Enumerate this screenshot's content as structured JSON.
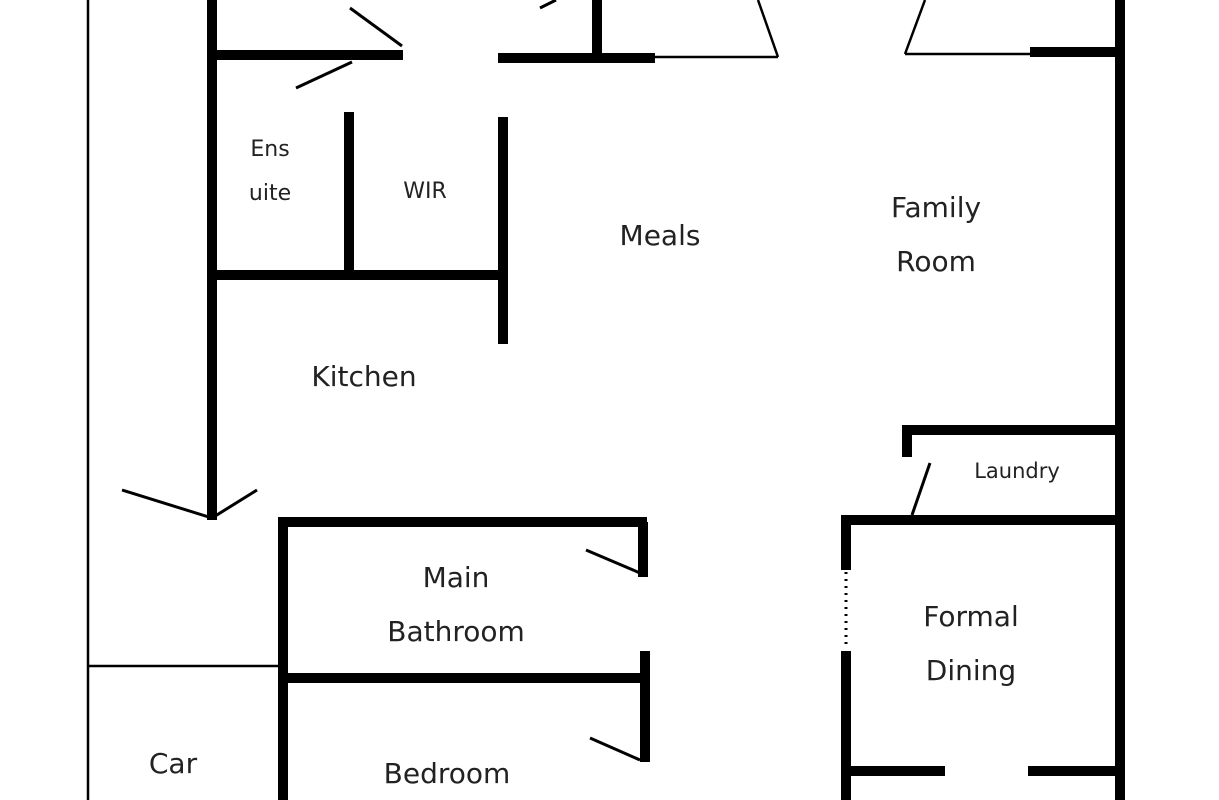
{
  "rooms": {
    "ensuite": [
      "Ens",
      "uite"
    ],
    "wir": "WIR",
    "meals": "Meals",
    "family_room": [
      "Family",
      "Room"
    ],
    "kitchen": "Kitchen",
    "laundry": "Laundry",
    "main_bathroom": [
      "Main",
      "Bathroom"
    ],
    "formal_dining": [
      "Formal",
      "Dining"
    ],
    "car": "Car",
    "bedroom": "Bedroom"
  },
  "colors": {
    "wall": "#000000",
    "text": "#222222",
    "background": "#ffffff"
  }
}
